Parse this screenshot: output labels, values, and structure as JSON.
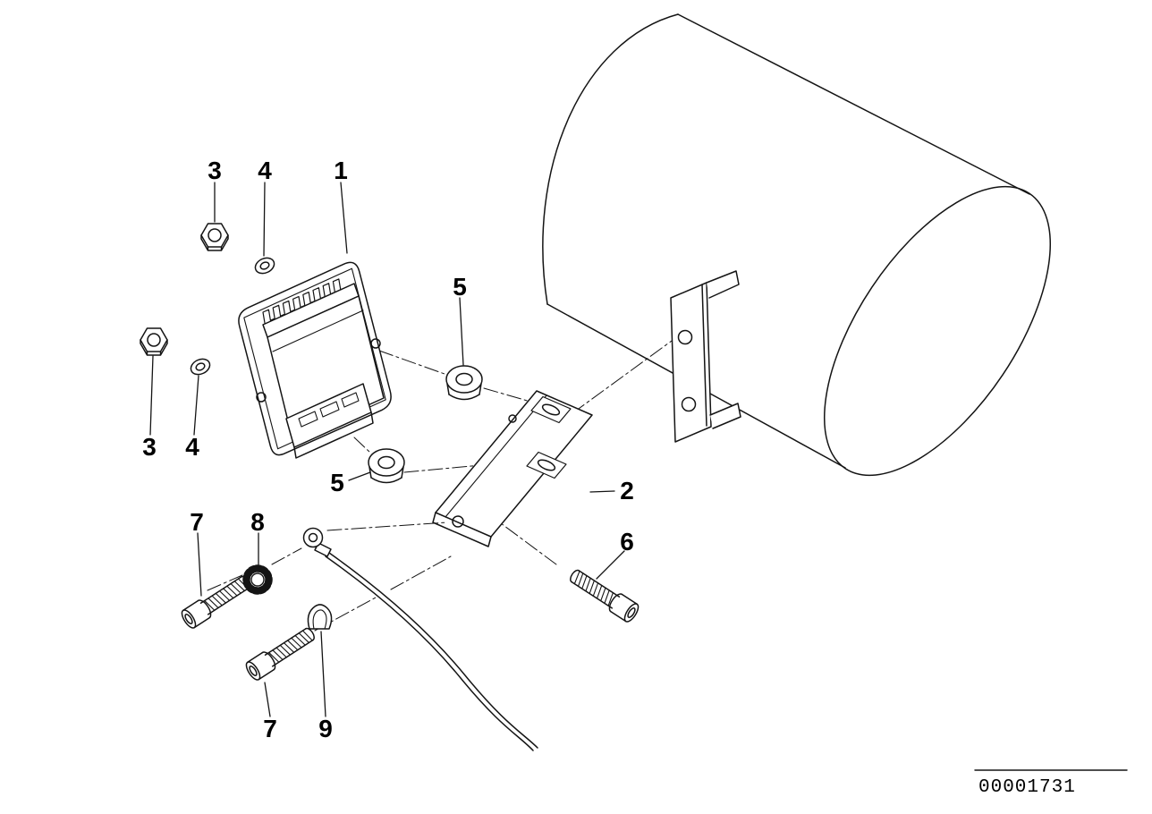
{
  "colors": {
    "line": "#141414",
    "background": "#ffffff"
  },
  "diagram": {
    "number": "00001731",
    "labels": [
      {
        "text": "3"
      },
      {
        "text": "4"
      },
      {
        "text": "1"
      },
      {
        "text": "5"
      },
      {
        "text": "3"
      },
      {
        "text": "4"
      },
      {
        "text": "5"
      },
      {
        "text": "2"
      },
      {
        "text": "7"
      },
      {
        "text": "8"
      },
      {
        "text": "6"
      },
      {
        "text": "7"
      },
      {
        "text": "9"
      }
    ]
  }
}
